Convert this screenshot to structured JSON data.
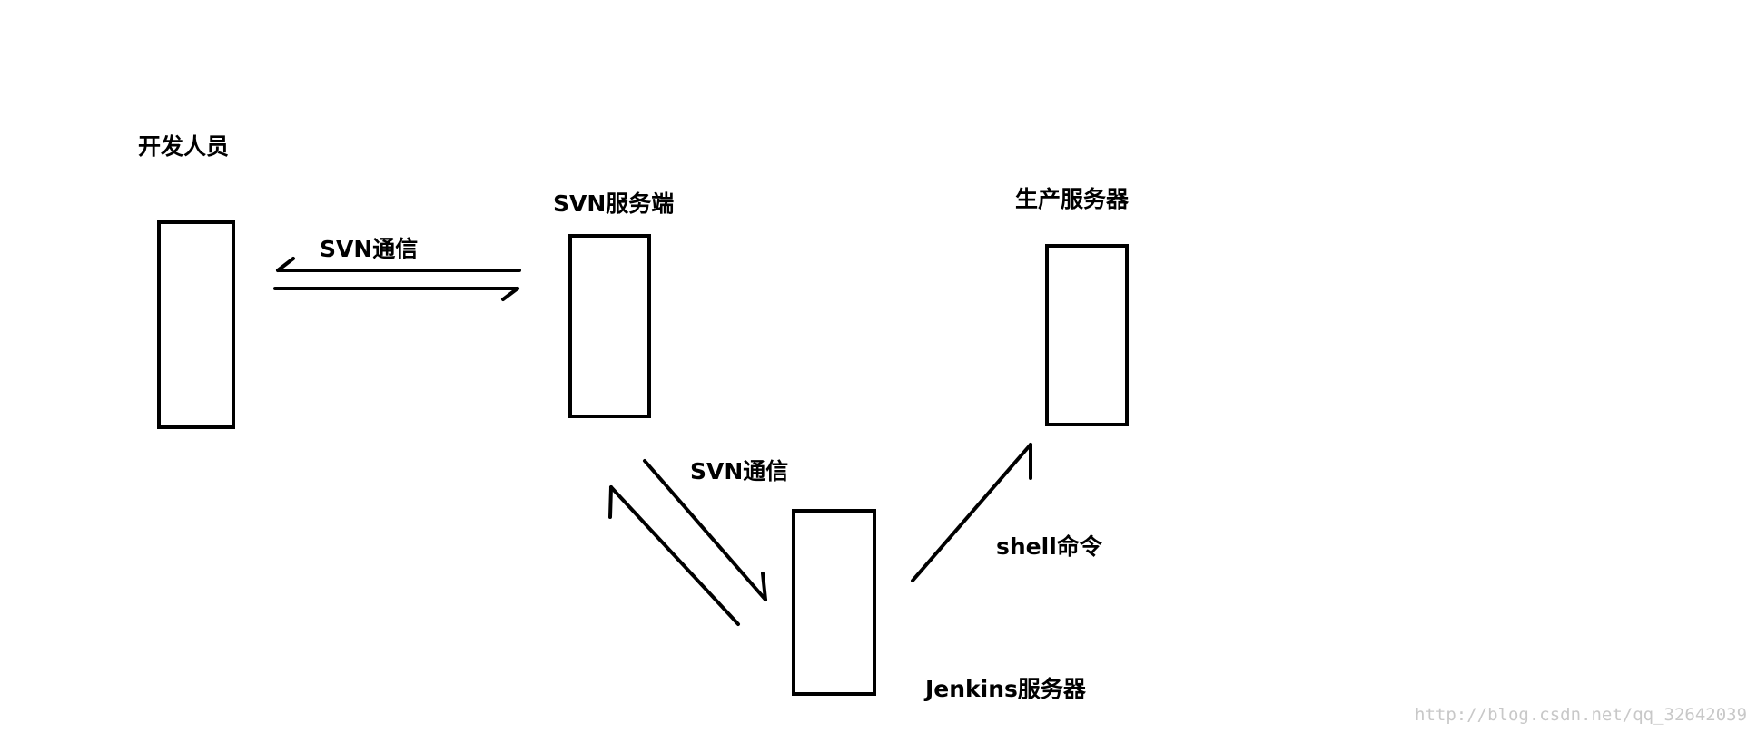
{
  "nodes": {
    "developer": {
      "label": "开发人员"
    },
    "svn_server": {
      "label": "SVN服务端"
    },
    "production_server": {
      "label": "生产服务器"
    },
    "jenkins_server": {
      "label": "Jenkins服务器"
    }
  },
  "edges": {
    "dev_svn": {
      "label": "SVN通信"
    },
    "svn_jenkins": {
      "label": "SVN通信"
    },
    "jenkins_prod": {
      "label": "shell命令"
    }
  },
  "watermark": "http://blog.csdn.net/qq_32642039"
}
